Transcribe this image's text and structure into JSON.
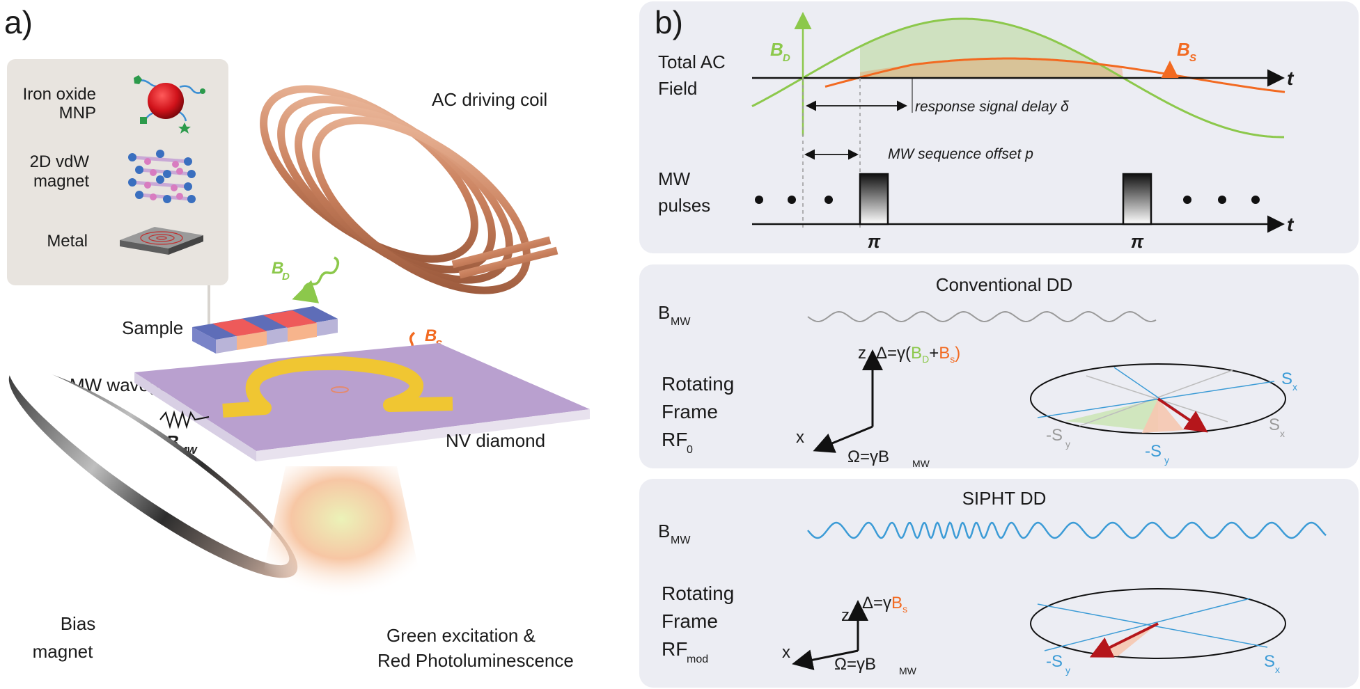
{
  "panel_a": {
    "label": "a)",
    "sample_types": [
      {
        "label_line1": "Iron oxide",
        "label_line2": "MNP",
        "icon": "nanoparticle-icon"
      },
      {
        "label_line1": "2D vdW",
        "label_line2": "magnet",
        "icon": "vdw-lattice-icon"
      },
      {
        "label_line1": "Metal",
        "label_line2": "",
        "icon": "metal-plate-icon"
      }
    ],
    "coil_label": "AC driving coil",
    "bd_label": "B",
    "bd_sub": "D",
    "bs_label": "B",
    "bs_sub": "S",
    "sample_label": "Sample",
    "waveguide_label": "MW waveguide",
    "bmw_label": "B",
    "bmw_sub": "MW",
    "diamond_label": "NV diamond",
    "magnet_label_line1": "Bias",
    "magnet_label_line2": "magnet",
    "excitation_line1": "Green excitation &",
    "excitation_line2": "Red Photoluminescence"
  },
  "panel_b": {
    "label": "b)",
    "total_ac_line1": "Total AC",
    "total_ac_line2": "Field",
    "bd_label": "B",
    "bd_sub": "D",
    "bs_label": "B",
    "bs_sub": "S",
    "t_label": "t",
    "delay_label": "response signal delay δ",
    "offset_label": "MW sequence offset p",
    "mw_line1": "MW",
    "mw_line2": "pulses",
    "pi1": "π",
    "pi2": "π",
    "colors": {
      "green": "#8cc84b",
      "orange": "#f26a21",
      "blue": "#3b9bd6",
      "gray": "#9a9a9a",
      "red": "#b5161b"
    }
  },
  "conventional": {
    "title": "Conventional DD",
    "bmw": "B",
    "bmw_sub": "MW",
    "rf_line1": "Rotating",
    "rf_line2": "Frame",
    "rf_line3": "RF",
    "rf_sub": "0",
    "z": "z",
    "x": "x",
    "delta_prefix": "Δ=γ(",
    "delta_bd": "B",
    "delta_bd_sub": "D",
    "delta_plus": "+",
    "delta_bs": "B",
    "delta_bs_sub": "s",
    "delta_close": ")",
    "omega": "Ω=γB",
    "omega_sub": "MW",
    "sx": "S",
    "sx_sub": "x",
    "sx_gray": "S",
    "sx_gray_sub": "x",
    "msy_gray": "-S",
    "msy_gray_sub": "y",
    "msy": "-S",
    "msy_sub": "y"
  },
  "siphT": {
    "title": "SIPHT DD",
    "bmw": "B",
    "bmw_sub": "MW",
    "rf_line1": "Rotating",
    "rf_line2": "Frame",
    "rf_line3": "RF",
    "rf_sub": "mod",
    "z": "z",
    "x": "x",
    "delta_prefix": "Δ=γ",
    "delta_bs": "B",
    "delta_bs_sub": "s",
    "omega": "Ω=γB",
    "omega_sub": "MW",
    "msy": "-S",
    "msy_sub": "y",
    "sx": "S",
    "sx_sub": "x"
  }
}
